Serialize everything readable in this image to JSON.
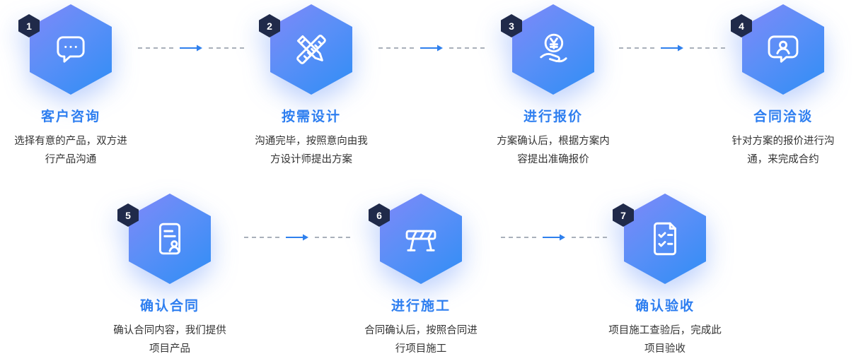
{
  "colors": {
    "hex_gradient_start": "#8087f8",
    "hex_gradient_end": "#2f8df6",
    "badge_bg": "#202a4a",
    "title_color": "#2e7ff0",
    "desc_color": "#333333",
    "arrow_color": "#2f80ed",
    "dash_color": "#a9b0ba"
  },
  "steps": [
    {
      "number": "1",
      "title": "客户咨询",
      "description": "选择有意的产品，双方进\n行产品沟通",
      "icon": "chat-dots-icon"
    },
    {
      "number": "2",
      "title": "按需设计",
      "description": "沟通完毕，按照意向由我\n方设计师提出方案",
      "icon": "pencil-ruler-icon"
    },
    {
      "number": "3",
      "title": "进行报价",
      "description": "方案确认后，根据方案内\n容提出准确报价",
      "icon": "yen-hand-icon"
    },
    {
      "number": "4",
      "title": "合同洽谈",
      "description": "针对方案的报价进行沟\n通，来完成合约",
      "icon": "chat-user-icon"
    },
    {
      "number": "5",
      "title": "确认合同",
      "description": "确认合同内容，我们提供\n项目产品",
      "icon": "contract-icon"
    },
    {
      "number": "6",
      "title": "进行施工",
      "description": "合同确认后，按照合同进\n行项目施工",
      "icon": "barrier-icon"
    },
    {
      "number": "7",
      "title": "确认验收",
      "description": "项目施工查验后，完成此\n项目验收",
      "icon": "checklist-icon"
    }
  ]
}
